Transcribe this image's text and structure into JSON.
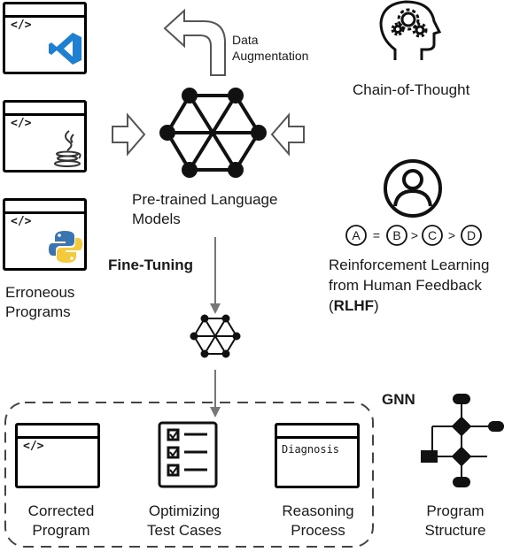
{
  "code_tag": "</>",
  "erroneous_programs": "Erroneous\nPrograms",
  "data_augmentation": "Data\nAugmentation",
  "pretrained_models": "Pre-trained Language\nModels",
  "fine_tuning": "Fine-Tuning",
  "chain_of_thought": "Chain-of-Thought",
  "rlhf_ranking": {
    "a": "A",
    "eq": "=",
    "b": "B",
    "gt1": ">",
    "c": "C",
    "gt2": ">",
    "d": "D"
  },
  "rlhf_line1": "Reinforcement Learning",
  "rlhf_line2": "from Human Feedback",
  "rlhf_paren_open": "(",
  "rlhf_abbr": "RLHF",
  "rlhf_paren_close": ")",
  "gnn": "GNN",
  "corrected_program": "Corrected\nProgram",
  "optimizing_test_cases": "Optimizing\nTest Cases",
  "diagnosis": "Diagnosis",
  "reasoning_process": "Reasoning\nProcess",
  "program_structure": "Program\nStructure",
  "colors": {
    "vscode_blue": "#1f7fd1",
    "python_blue": "#3a75b0",
    "python_yellow": "#f4c93c",
    "arrow_gray": "#7f7f7f"
  }
}
